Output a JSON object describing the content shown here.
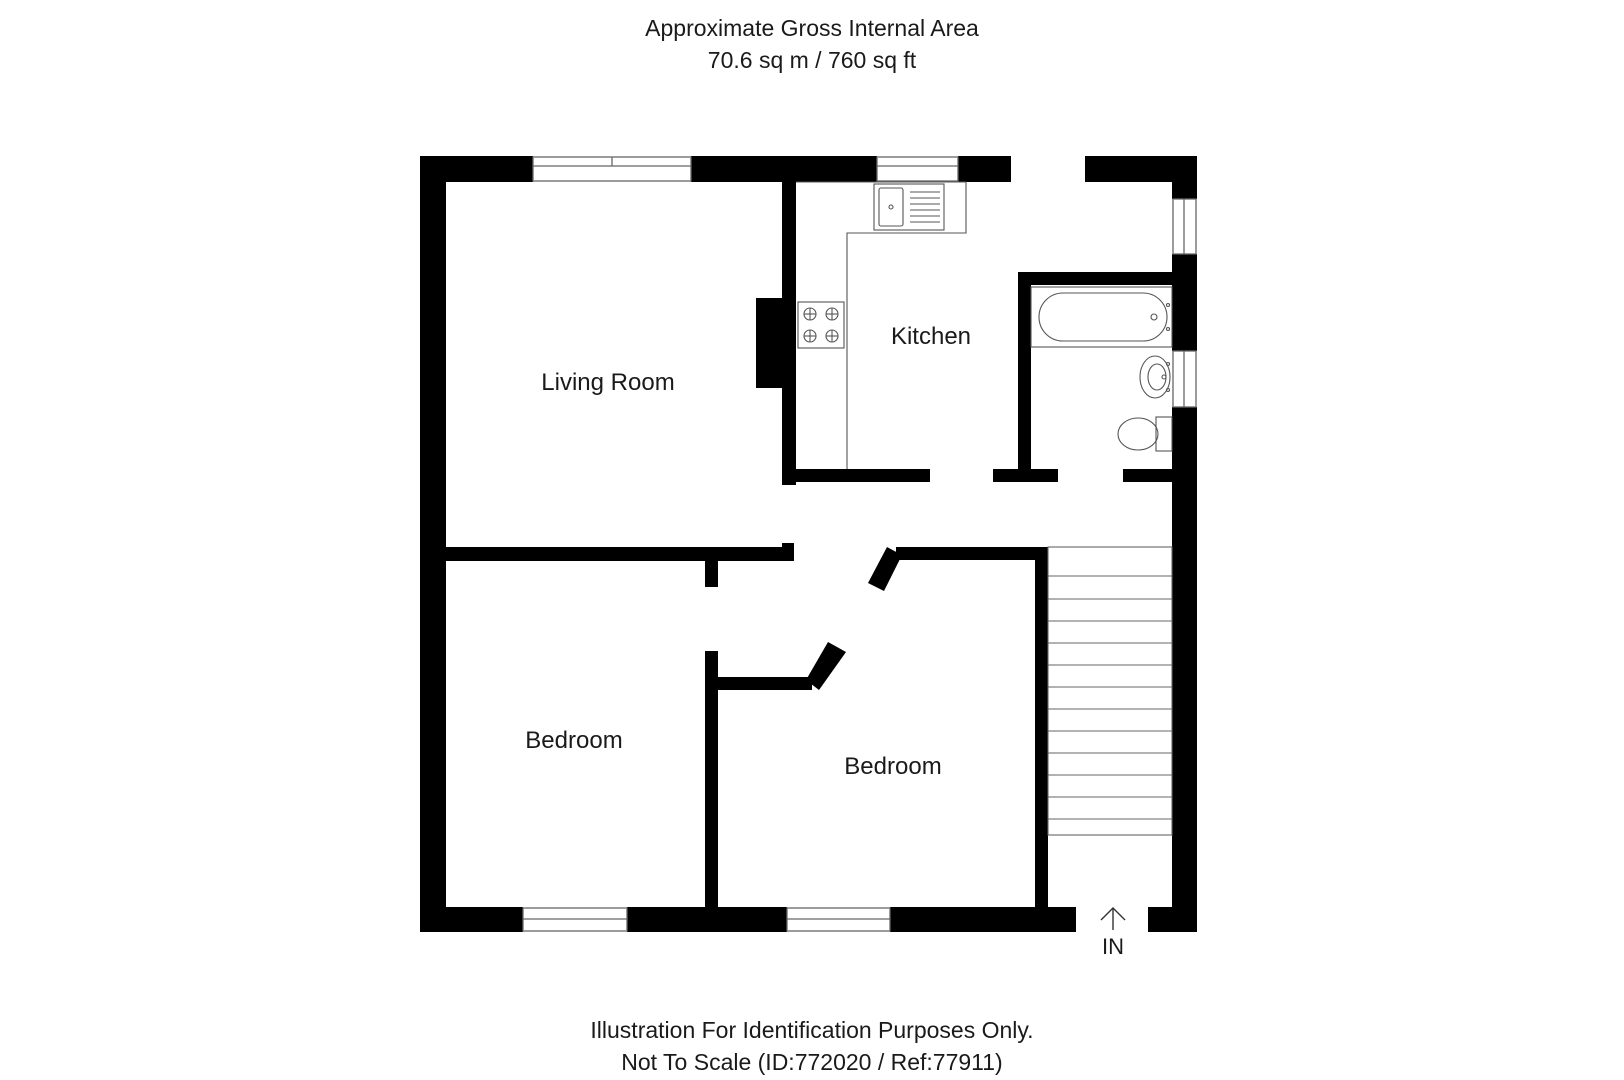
{
  "header": {
    "line1": "Approximate Gross Internal Area",
    "line2": "70.6 sq m / 760 sq ft"
  },
  "rooms": {
    "living_room": "Living Room",
    "kitchen": "Kitchen",
    "bedroom_left": "Bedroom",
    "bedroom_right": "Bedroom"
  },
  "entrance": {
    "label": "IN",
    "arrow_icon": "up-arrow-icon"
  },
  "footer": {
    "line1": "Illustration For Identification Purposes Only.",
    "line2": "Not To Scale (ID:772020 / Ref:77911)"
  },
  "colors": {
    "wall": "#000000",
    "fixture_line": "#555555",
    "background": "#ffffff"
  }
}
